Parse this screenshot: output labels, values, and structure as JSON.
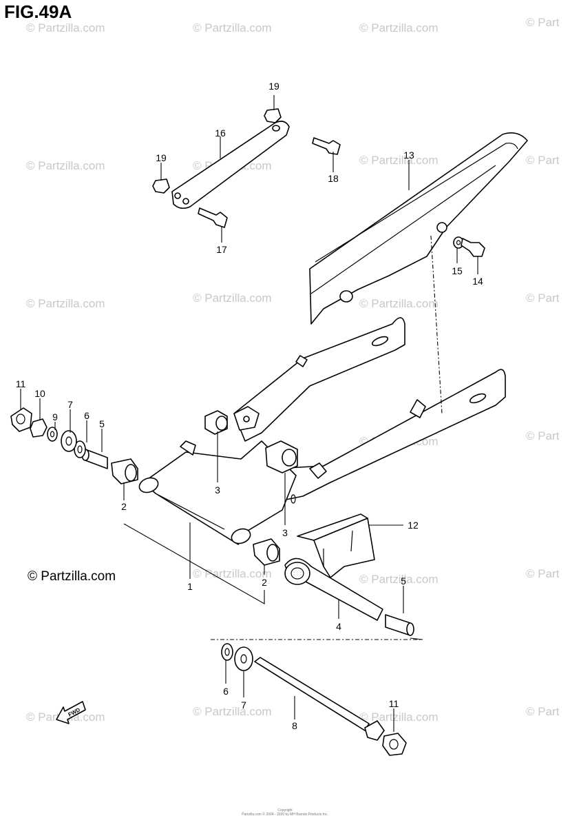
{
  "title": "FIG.49A",
  "copyright": "© Partzilla.com",
  "watermark": "© Partzilla.com",
  "watermark_edge": "© Part",
  "fwd": "FWD",
  "footer": [
    "Copyright",
    "Partzilla.com © 2004 - 2020 by MH Brands Products Inc."
  ],
  "callouts": [
    "1",
    "2",
    "2",
    "3",
    "3",
    "4",
    "5",
    "5",
    "6",
    "6",
    "7",
    "7",
    "8",
    "9",
    "10",
    "11",
    "11",
    "12",
    "13",
    "14",
    "15",
    "16",
    "17",
    "18",
    "19",
    "19"
  ]
}
